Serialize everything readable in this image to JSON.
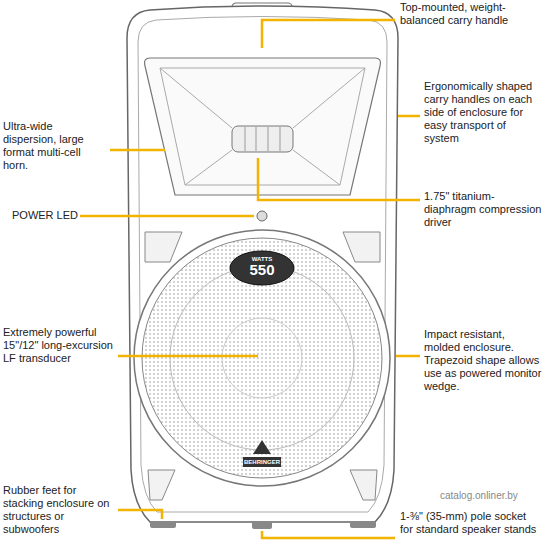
{
  "diagram": {
    "labels": [
      "Top-mounted, weight-balanced carry handle",
      "Ergonomically shaped carry handles on each side of enclosure for easy transport of system",
      "Ultra-wide dispersion, large format multi-cell horn.",
      "1.75\" titanium-diaphragm compression driver",
      "POWER LED",
      "WATTS",
      "550",
      "Extremely powerful 15\"/12\" long-excursion LF transducer",
      "Impact resistant, molded enclosure. Trapezoid shape allows use as powered monitor wedge.",
      "BEHRINGER",
      "catalog.onliner.by",
      "Rubber feet for stacking enclosure on structures or subwoofers",
      "1-⅜\" (35-mm) pole socket for standard speaker stands"
    ]
  }
}
